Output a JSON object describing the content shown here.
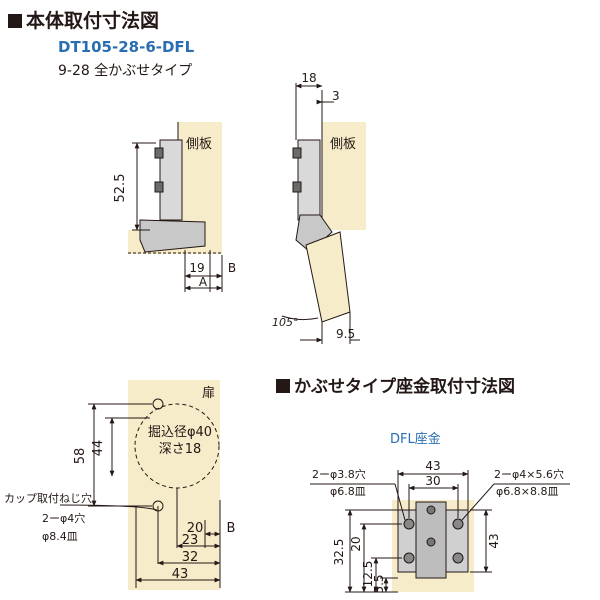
{
  "header": {
    "title": "本体取付寸法図",
    "model": "DT105-28-6-DFL",
    "subtitle": "9-28 全かぶせタイプ"
  },
  "side_view_left": {
    "panel_label": "側板",
    "dim_52_5": "52.5",
    "dim_19": "19",
    "label_B": "B",
    "label_A": "A"
  },
  "side_view_right": {
    "panel_label": "側板",
    "dim_18": "18",
    "dim_3": "3",
    "angle": "105°",
    "dim_9_5": "9.5"
  },
  "door_view": {
    "door_label": "扉",
    "cup_line1": "掘込径φ40",
    "cup_line2": "深さ18",
    "dim_58": "58",
    "dim_44": "44",
    "dim_20": "20",
    "label_B": "B",
    "dim_23": "23",
    "dim_32": "32",
    "dim_43": "43",
    "note_line1": "カップ取付ねじ穴",
    "note_line2": "2ーφ4穴",
    "note_line3": "φ8.4皿"
  },
  "plate_section": {
    "title": "かぶせタイプ座金取付寸法図",
    "plate_name": "DFL座金",
    "dim_43_top": "43",
    "dim_30": "30",
    "dim_43_side": "43",
    "left_hole_line1": "2ーφ3.8穴",
    "left_hole_line2": "φ6.8皿",
    "right_hole_line1": "2ーφ4×5.6穴",
    "right_hole_line2": "φ6.8×8.8皿",
    "dim_32_5": "32.5",
    "dim_20": "20",
    "dim_12_5": "12.5",
    "dim_5_5": "5.5"
  }
}
